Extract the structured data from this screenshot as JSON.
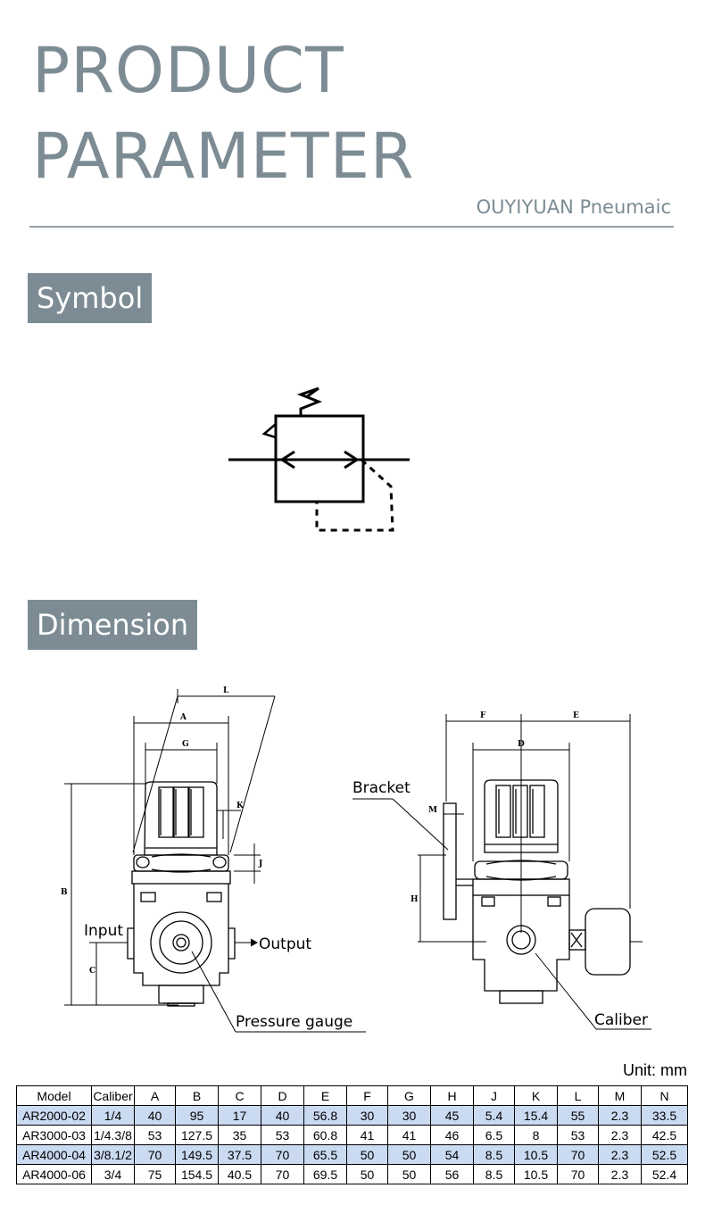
{
  "header": {
    "title_line1": "PRODUCT",
    "title_line2": "PARAMETER",
    "brand": "OUYIYUAN Pneumaic"
  },
  "sections": {
    "symbol": "Symbol",
    "dimension": "Dimension"
  },
  "diagram": {
    "dim_letters": [
      "L",
      "A",
      "G",
      "K",
      "J",
      "B",
      "C",
      "F",
      "E",
      "D",
      "M",
      "H"
    ],
    "callouts": {
      "input": "Input",
      "output": "Output",
      "pressure_gauge": "Pressure gauge",
      "bracket": "Bracket",
      "caliber": "Caliber"
    }
  },
  "table": {
    "unit": "Unit: mm",
    "headers": [
      "Model",
      "Caliber",
      "A",
      "B",
      "C",
      "D",
      "E",
      "F",
      "G",
      "H",
      "J",
      "K",
      "L",
      "M",
      "N"
    ],
    "rows": [
      [
        "AR2000-02",
        "1/4",
        "40",
        "95",
        "17",
        "40",
        "56.8",
        "30",
        "30",
        "45",
        "5.4",
        "15.4",
        "55",
        "2.3",
        "33.5"
      ],
      [
        "AR3000-03",
        "1/4.3/8",
        "53",
        "127.5",
        "35",
        "53",
        "60.8",
        "41",
        "41",
        "46",
        "6.5",
        "8",
        "53",
        "2.3",
        "42.5"
      ],
      [
        "AR4000-04",
        "3/8.1/2",
        "70",
        "149.5",
        "37.5",
        "70",
        "65.5",
        "50",
        "50",
        "54",
        "8.5",
        "10.5",
        "70",
        "2.3",
        "52.5"
      ],
      [
        "AR4000-06",
        "3/4",
        "75",
        "154.5",
        "40.5",
        "70",
        "69.5",
        "50",
        "50",
        "56",
        "8.5",
        "10.5",
        "70",
        "2.3",
        "52.4"
      ]
    ],
    "highlight_rows": [
      0,
      2
    ],
    "highlight_color": "#c9daf1"
  },
  "colors": {
    "accent": "#7d8c94"
  }
}
